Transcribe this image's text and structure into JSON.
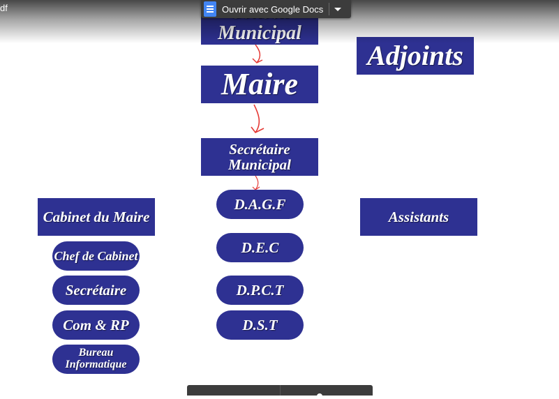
{
  "viewer": {
    "file_name": "df",
    "open_with_label": "Ouvrir avec Google Docs"
  },
  "chart": {
    "conseil": "Conseil Municipal",
    "adjoints": "Adjoints",
    "maire": "Maire",
    "secretaire_municipal": "Secrétaire Municipal",
    "cabinet": "Cabinet du Maire",
    "assistants": "Assistants",
    "cabinet_items": [
      "Chef de Cabinet",
      "Secrétaire",
      "Com & RP",
      "Bureau Informatique"
    ],
    "directions": [
      "D.A.G.F",
      "D.E.C",
      "D.P.C.T",
      "D.S.T"
    ]
  },
  "colors": {
    "box": "#2e3192",
    "arrow": "#e53935",
    "toolbar": "#3c3c3c",
    "docs_blue": "#4285f4"
  }
}
